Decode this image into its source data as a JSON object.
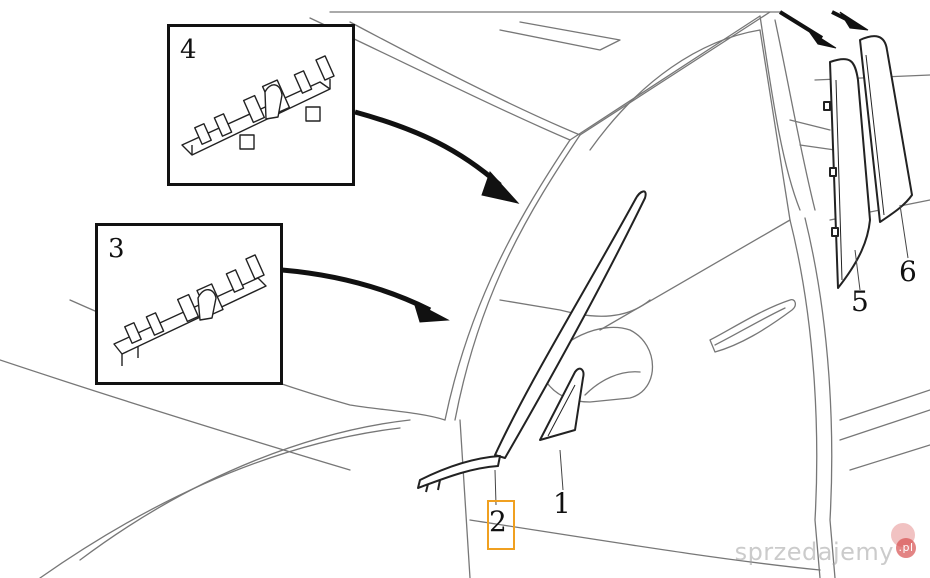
{
  "callouts": {
    "part1": "1",
    "part2": "2",
    "part5": "5",
    "part6": "6"
  },
  "details": {
    "detail4": "4",
    "detail3": "3"
  },
  "watermark": {
    "text": "sprzedajemy",
    "badge": ".pl"
  }
}
